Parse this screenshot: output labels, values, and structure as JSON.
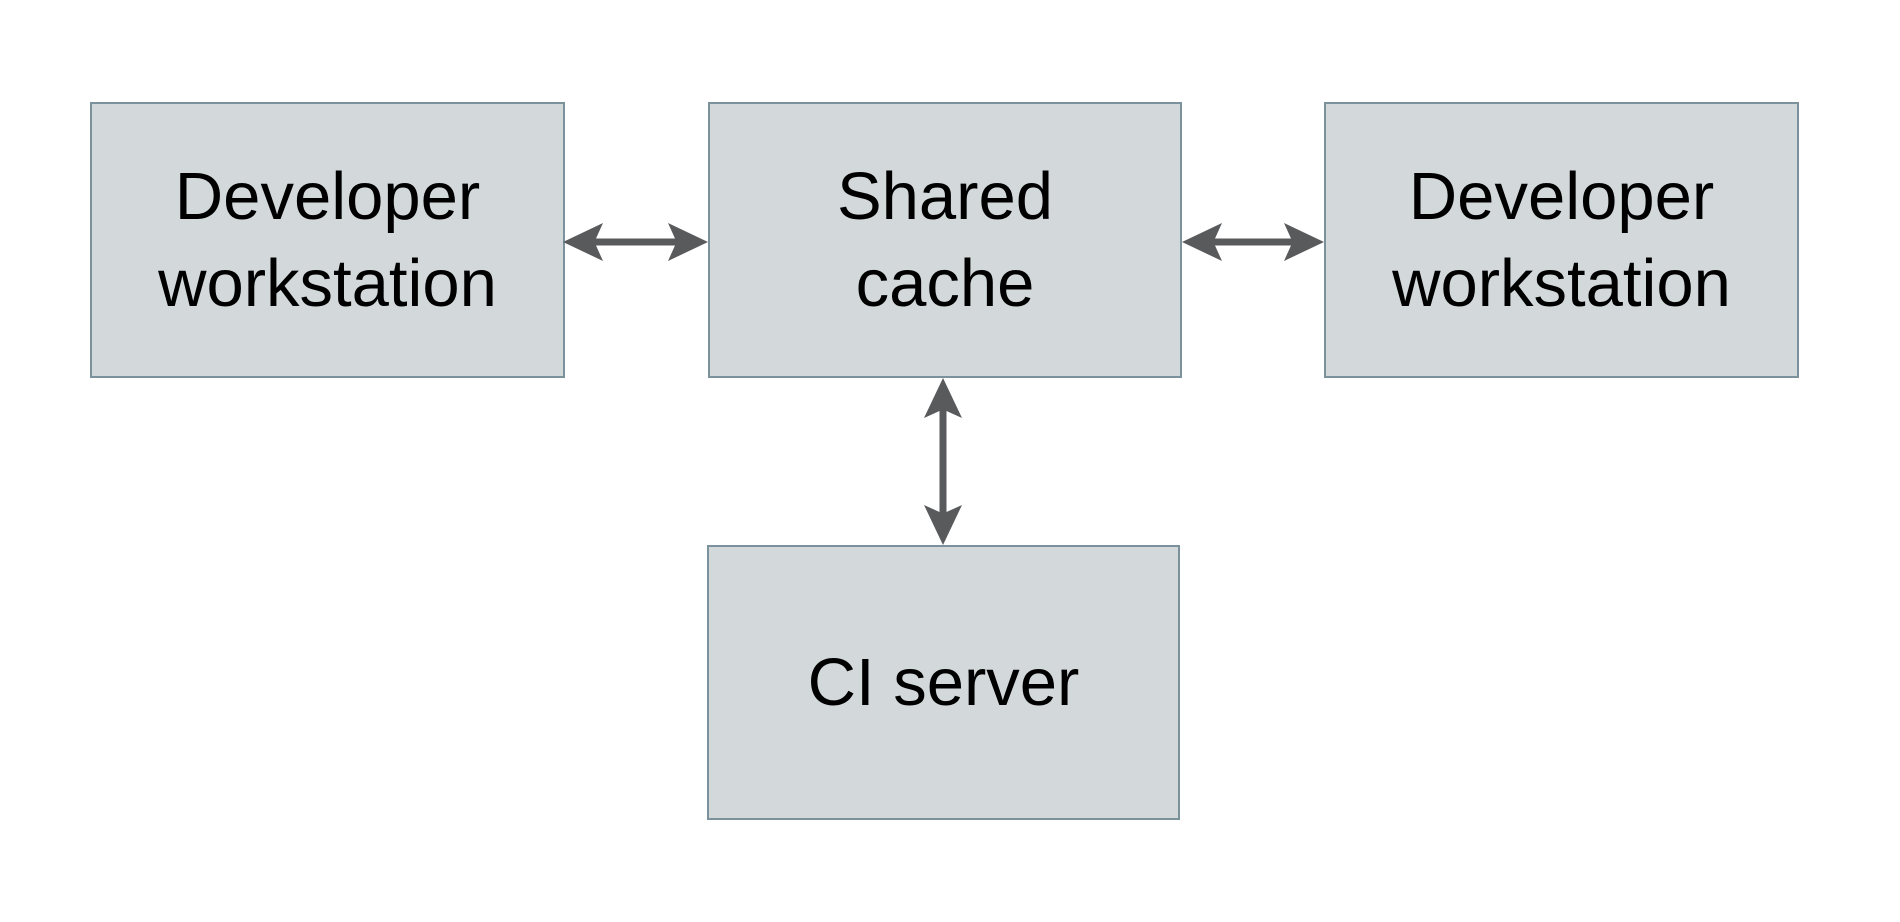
{
  "colors": {
    "background": "#ffffff",
    "node_fill": "#d3d9db",
    "node_border": "#7b929d",
    "arrow": "#595a5c",
    "text": "#000000"
  },
  "nodes": {
    "dev_left": {
      "label": "Developer workstation",
      "lines": [
        "Developer",
        "workstation"
      ]
    },
    "shared_cache": {
      "label": "Shared cache",
      "lines": [
        "Shared",
        "cache"
      ]
    },
    "dev_right": {
      "label": "Developer workstation",
      "lines": [
        "Developer",
        "workstation"
      ]
    },
    "ci_server": {
      "label": "CI server",
      "lines": [
        "CI server"
      ]
    }
  },
  "edges": [
    {
      "from": "Developer workstation (left)",
      "to": "Shared cache",
      "direction": "bidirectional"
    },
    {
      "from": "Shared cache",
      "to": "Developer workstation (right)",
      "direction": "bidirectional"
    },
    {
      "from": "Shared cache",
      "to": "CI server",
      "direction": "bidirectional"
    }
  ]
}
